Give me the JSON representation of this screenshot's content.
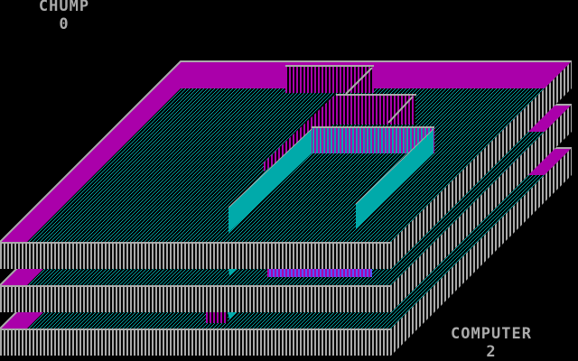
{
  "player": {
    "name": "CHUMP",
    "score": "0"
  },
  "computer": {
    "name": "COMPUTER",
    "score": "2"
  },
  "colors": {
    "magenta": "#aa00aa",
    "cyan": "#00aaaa",
    "gray": "#aaaaaa",
    "background": "#000000"
  }
}
